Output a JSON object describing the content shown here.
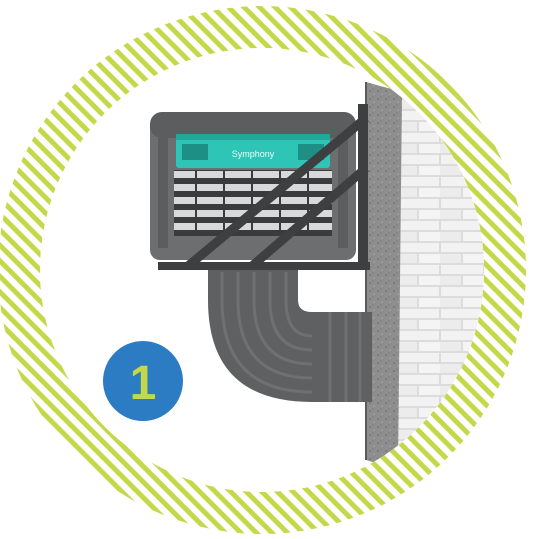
{
  "brand_label": "Symphony",
  "step_number": "1",
  "colors": {
    "stripe_ring": "#c5d84a",
    "accent_teal": "#2ec4b6",
    "badge_blue": "#2b7cc2",
    "badge_text": "#c5d84a",
    "unit_body": "#6d6e70",
    "duct": "#5f6062",
    "bracket": "#3e3f41",
    "wall_concrete": "#8c8c8c",
    "brick": "#e9e9e9"
  },
  "icons": {
    "cooler": "air-cooler-illustration",
    "bracket": "wall-bracket-illustration",
    "duct": "elbow-duct-illustration",
    "wall": "brick-wall-illustration"
  }
}
